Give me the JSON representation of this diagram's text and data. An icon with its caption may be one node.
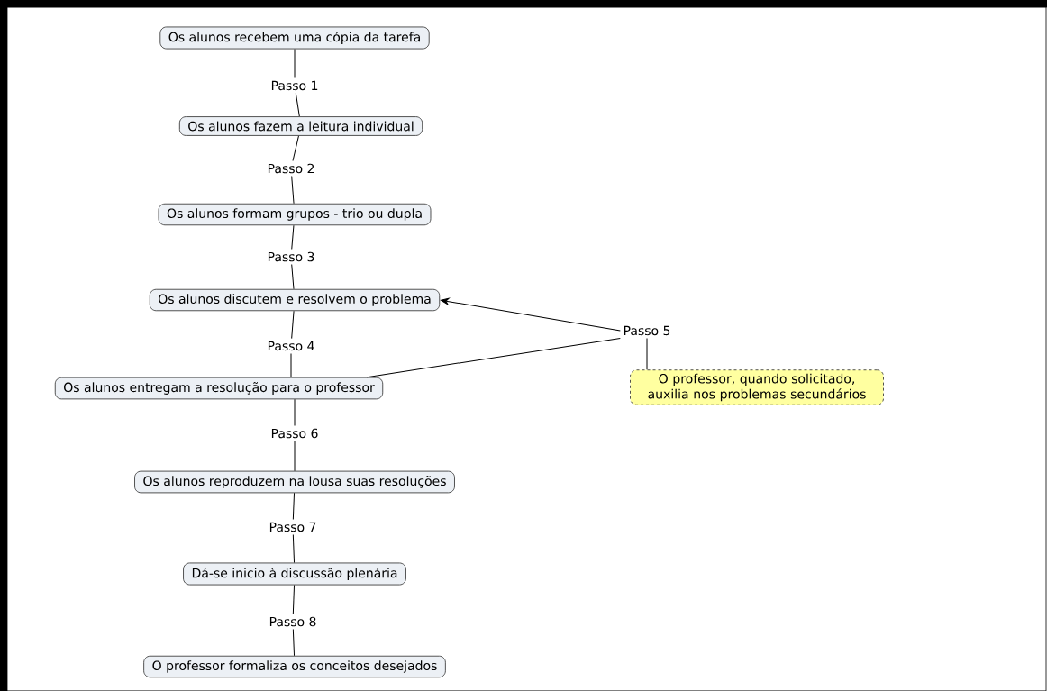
{
  "diagram": {
    "nodes": [
      {
        "text": [
          "Os alunos recebem uma cópia da tarefa"
        ]
      },
      {
        "text": [
          "Passo 1"
        ]
      },
      {
        "text": [
          "Os alunos fazem a leitura individual"
        ]
      },
      {
        "text": [
          "Passo 2"
        ]
      },
      {
        "text": [
          "Os alunos formam grupos - trio ou dupla"
        ]
      },
      {
        "text": [
          "Passo 3"
        ]
      },
      {
        "text": [
          "Os alunos discutem e resolvem o problema"
        ]
      },
      {
        "text": [
          "Passo 4"
        ]
      },
      {
        "text": [
          "Passo 5"
        ]
      },
      {
        "text": [
          "Os alunos entregam a resolução para o professor"
        ]
      },
      {
        "text": [
          "O professor, quando solicitado, auxilia nos problemas secundários"
        ]
      },
      {
        "text": [
          "Passo 6"
        ]
      },
      {
        "text": [
          "Os alunos reproduzem na lousa suas resoluções"
        ]
      },
      {
        "text": [
          "Passo 7"
        ]
      },
      {
        "text": [
          "Dá-se inicio à discussão plenária"
        ]
      },
      {
        "text": [
          "Passo 8"
        ]
      },
      {
        "text": [
          "O professor formaliza os conceitos desejados"
        ]
      }
    ],
    "edges": [
      {
        "from": 0,
        "to": 1,
        "arrow": "none"
      },
      {
        "from": 1,
        "to": 2,
        "arrow": "none"
      },
      {
        "from": 2,
        "to": 3,
        "arrow": "none"
      },
      {
        "from": 3,
        "to": 4,
        "arrow": "none"
      },
      {
        "from": 4,
        "to": 5,
        "arrow": "none"
      },
      {
        "from": 5,
        "to": 6,
        "arrow": "none"
      },
      {
        "from": 6,
        "to": 7,
        "arrow": "none"
      },
      {
        "from": 7,
        "to": 9,
        "arrow": "none"
      },
      {
        "from": 9,
        "to": 8,
        "arrow": "none"
      },
      {
        "from": 8,
        "to": 6,
        "arrow": "to"
      },
      {
        "from": 8,
        "to": 10,
        "arrow": "none"
      },
      {
        "from": 9,
        "to": 11,
        "arrow": "none"
      },
      {
        "from": 11,
        "to": 12,
        "arrow": "none"
      },
      {
        "from": 12,
        "to": 13,
        "arrow": "none"
      },
      {
        "from": 13,
        "to": 14,
        "arrow": "none"
      },
      {
        "from": 14,
        "to": 15,
        "arrow": "none"
      },
      {
        "from": 15,
        "to": 16,
        "arrow": "none"
      }
    ]
  }
}
